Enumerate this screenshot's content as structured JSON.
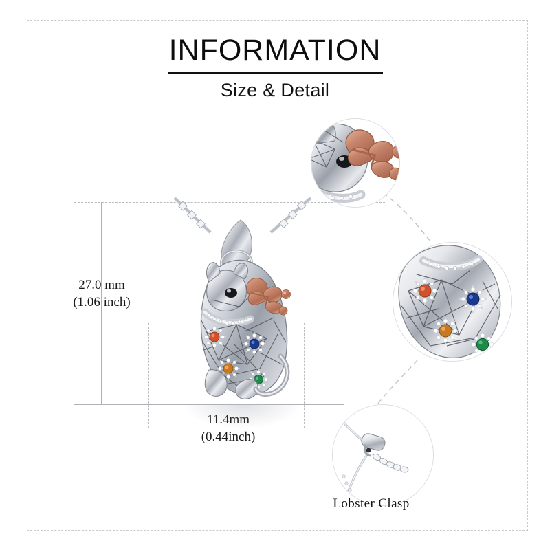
{
  "header": {
    "title": "INFORMATION",
    "subtitle": "Size & Detail"
  },
  "measurements": {
    "height_mm": "27.0 mm",
    "height_inch": "(1.06 inch)",
    "width_mm": "11.4mm",
    "width_inch": "(0.44inch)"
  },
  "captions": {
    "clasp": "Lobster  Clasp"
  },
  "product": {
    "type": "pendant-necklace",
    "figure": "cat",
    "chain": "box-chain",
    "metal_color": "#c9ccd2",
    "accent_metal_color": "#c0805f",
    "accent_part": "butterfly",
    "gemstones": [
      {
        "name": "orange-stone",
        "color": "#d2502a"
      },
      {
        "name": "blue-stone",
        "color": "#1b3a8f"
      },
      {
        "name": "amber-stone",
        "color": "#c87820"
      },
      {
        "name": "green-stone",
        "color": "#1d8a4a"
      }
    ]
  },
  "details": {
    "top_circle": "butterfly-closeup",
    "middle_circle": "gemstone-body-closeup",
    "bottom_circle": "lobster-clasp-closeup"
  },
  "style": {
    "frame_color": "#c9c9cf",
    "guide_color": "#b9b9c0",
    "text_color": "#111111"
  }
}
